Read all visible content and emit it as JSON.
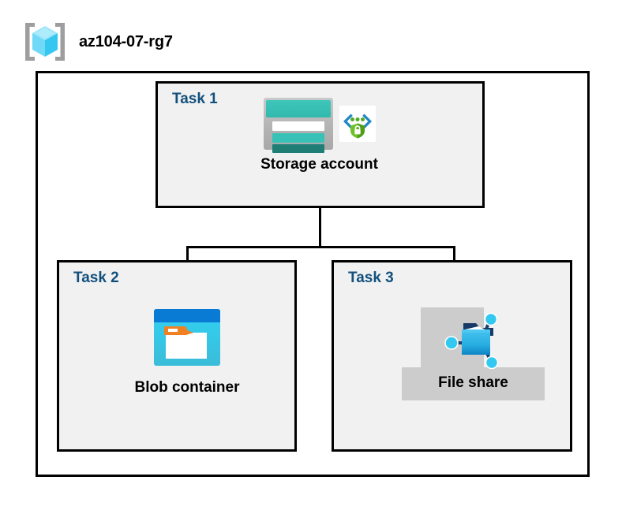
{
  "diagram": {
    "title": "az104-07-rg7",
    "resource_group_icon": "resource-group-cube-icon",
    "colors": {
      "task_label": "#13507e",
      "task_box_fill": "#f1f1f1",
      "border": "#000000",
      "highlight": "#cccccc",
      "storage_teal": "#38c2b7",
      "blob_blue": "#0a7bd4",
      "blob_cyan": "#32d2f2",
      "blob_orange": "#f08122",
      "shield_green": "#51a823",
      "bracket_blue": "#1f86c8",
      "file_share_blue": "#32b5e5"
    },
    "tasks": [
      {
        "id": "task-1",
        "label": "Task 1",
        "node_caption": "Storage account",
        "icons": [
          "storage-account-icon",
          "secure-endpoint-icon"
        ],
        "highlighted": false
      },
      {
        "id": "task-2",
        "label": "Task 2",
        "node_caption": "Blob container",
        "icons": [
          "blob-container-icon"
        ],
        "highlighted": false
      },
      {
        "id": "task-3",
        "label": "Task 3",
        "node_caption": "File share",
        "icons": [
          "file-share-icon"
        ],
        "highlighted": true
      }
    ]
  }
}
